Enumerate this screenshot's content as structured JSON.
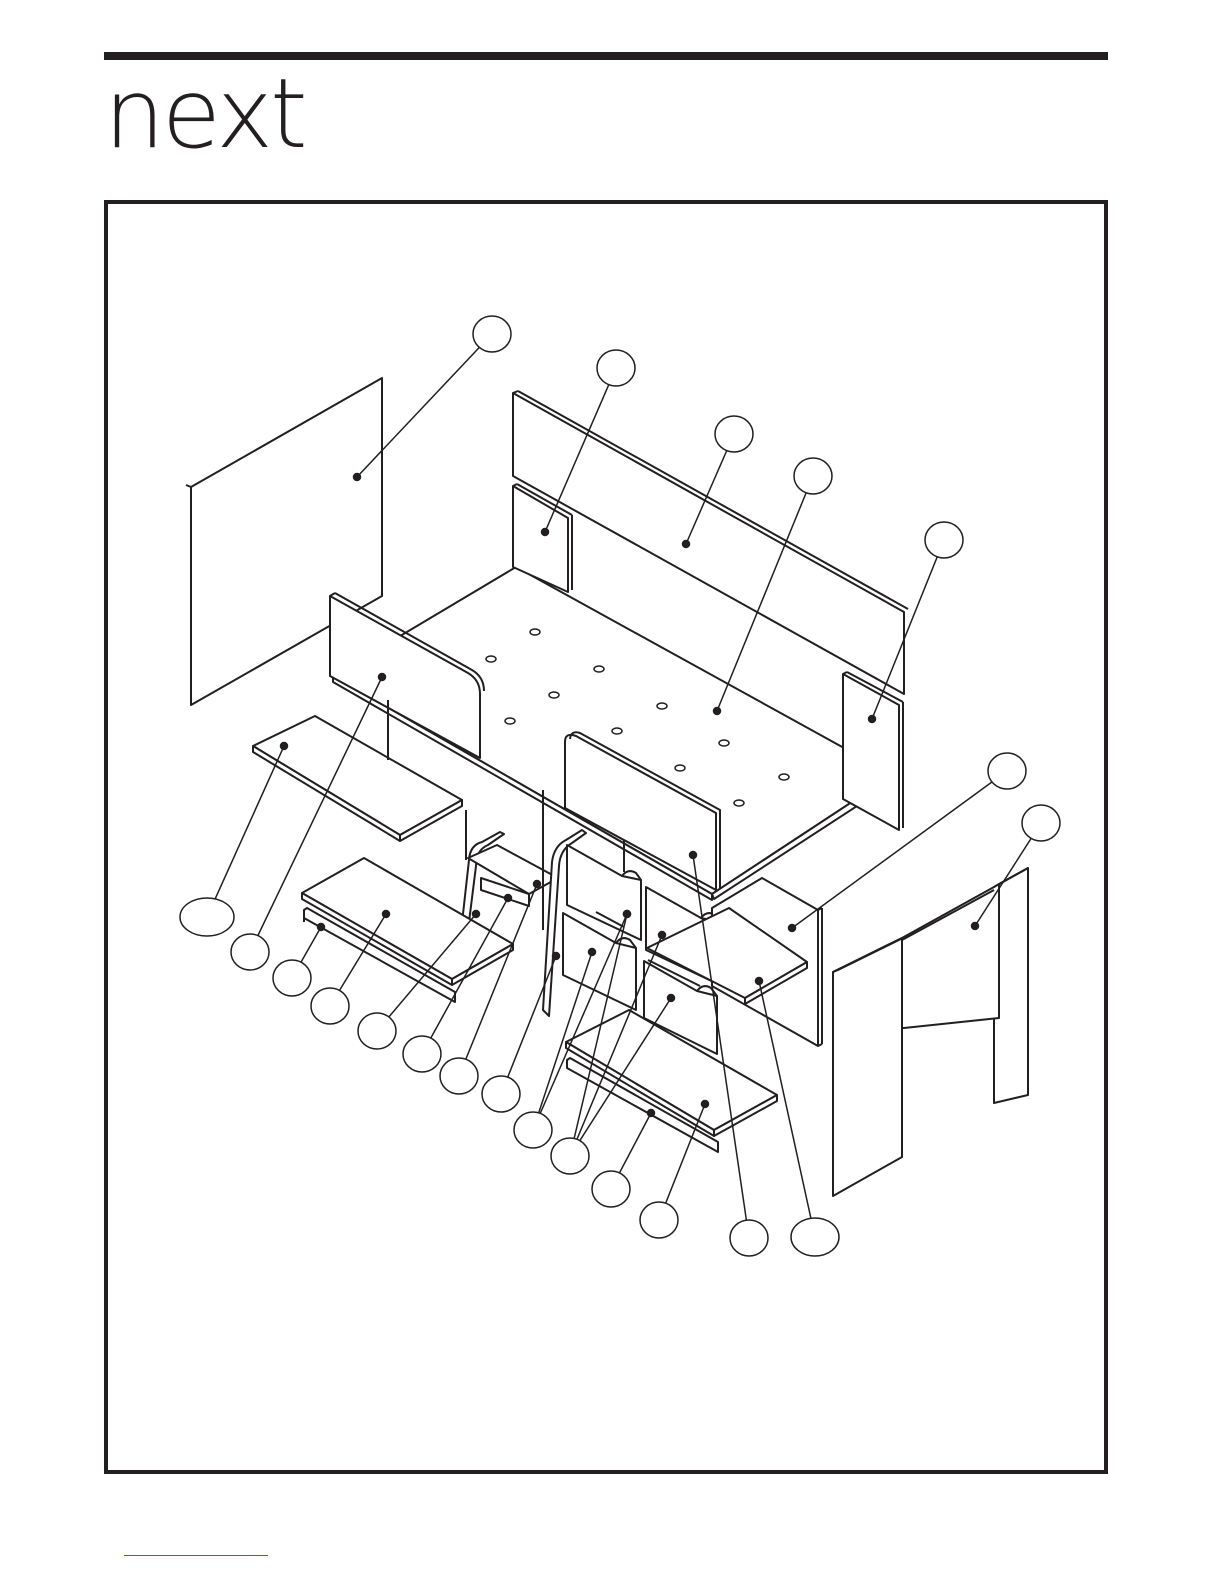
{
  "brand": {
    "logo_text": "next"
  },
  "diagram": {
    "title": "",
    "description_type": "exploded assembly view",
    "part_callout_count": 21
  },
  "colors": {
    "ink": "#231f20",
    "paper": "#ffffff",
    "link": "#3a5fcd"
  },
  "footer": {
    "link_text": ""
  }
}
